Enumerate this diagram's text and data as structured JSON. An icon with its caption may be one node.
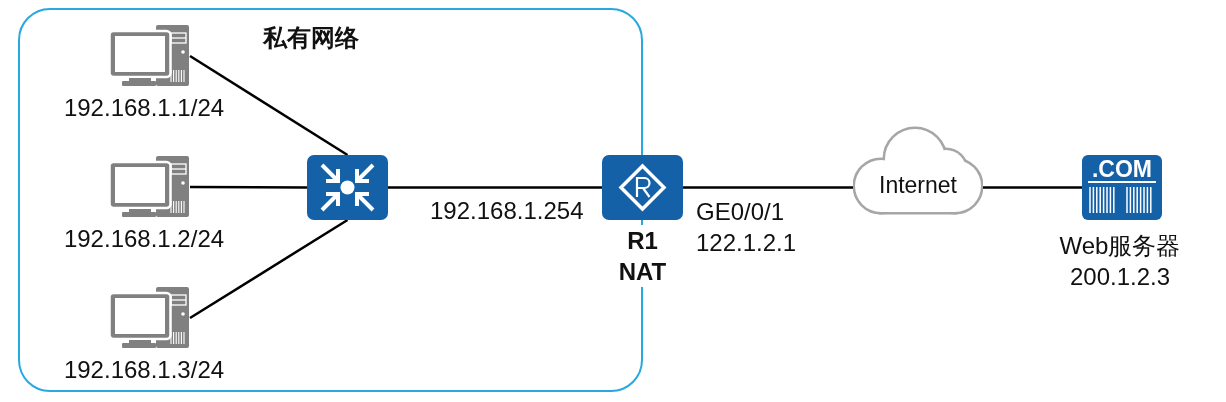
{
  "diagram": {
    "nodes": [
      {
        "text": [
          "私有网络"
        ]
      },
      {
        "text": [],
        "shape": "picture",
        "in": 0,
        "beside": [
          "192.168.1.1/24"
        ]
      },
      {
        "text": [],
        "shape": "picture",
        "in": 0,
        "beside": [
          "192.168.1.2/24"
        ]
      },
      {
        "text": [],
        "shape": "picture",
        "in": 0,
        "beside": [
          "192.168.1.3/24"
        ]
      },
      {
        "text": [],
        "shape": "picture",
        "in": 0
      },
      {
        "text": [
          "R1",
          "NAT"
        ]
      },
      {
        "text": [
          "Internet"
        ]
      },
      {
        "text": [
          ".COM"
        ],
        "beside": [
          "Web服务器",
          "200.1.2.3"
        ]
      }
    ],
    "edges": [
      {
        "from": 1,
        "to": 4,
        "arrow": "none"
      },
      {
        "from": 2,
        "to": 4,
        "arrow": "none"
      },
      {
        "from": 3,
        "to": 4,
        "arrow": "none"
      },
      {
        "from": 4,
        "to": 5,
        "arrow": "none",
        "label": "192.168.1.254"
      },
      {
        "from": 5,
        "to": 6,
        "arrow": "none",
        "label": "GE0/0/1 122.1.2.1"
      },
      {
        "from": 6,
        "to": 7,
        "arrow": "none"
      }
    ]
  }
}
